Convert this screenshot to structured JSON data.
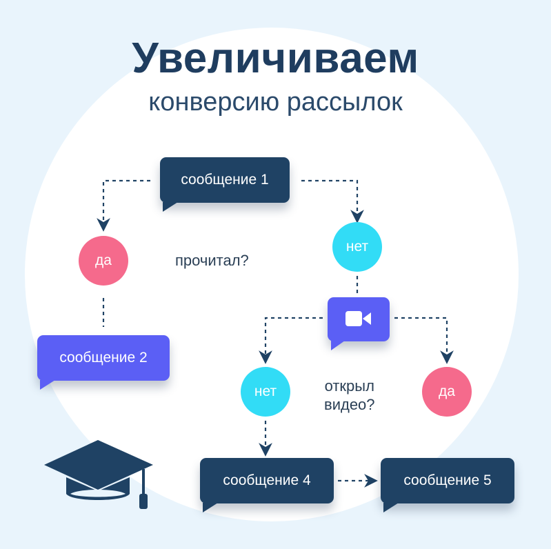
{
  "title": "Увеличиваем",
  "subtitle": "конверсию рассылок",
  "colors": {
    "background": "#e9f4fc",
    "dark_bubble": "#1f4264",
    "blue_bubble": "#5b5ff5",
    "yes_circle": "#f56a8c",
    "no_circle": "#32dcf6",
    "connector": "#1f4264"
  },
  "nodes": {
    "message1": "сообщение 1",
    "message2": "сообщение 2",
    "message4": "сообщение 4",
    "message5": "сообщение 5",
    "yes_read": "да",
    "no_read": "нет",
    "no_video": "нет",
    "yes_video": "да",
    "question_read": "прочитал?",
    "question_video_line1": "открыл",
    "question_video_line2": "видео?"
  },
  "icons": {
    "video": "video-camera-icon",
    "graduation": "graduation-cap-icon"
  }
}
